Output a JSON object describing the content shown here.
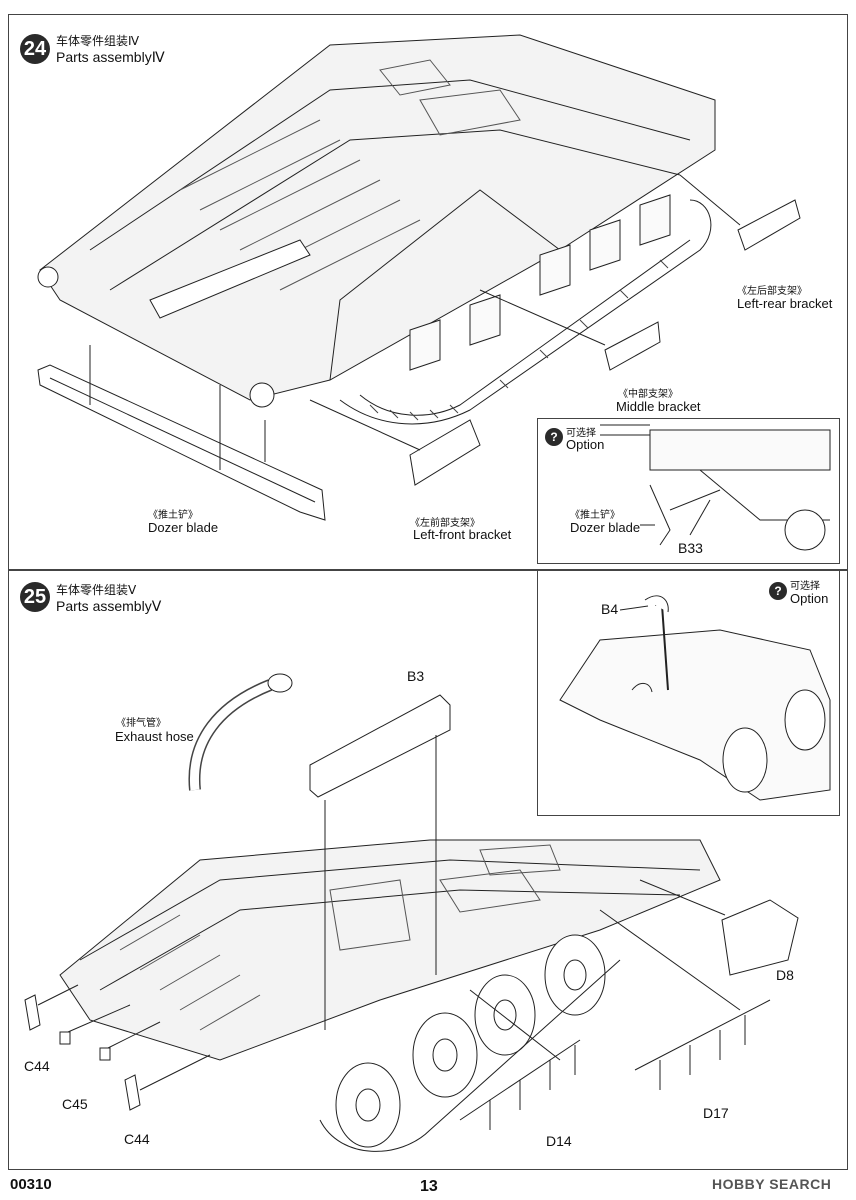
{
  "step24": {
    "number": "24",
    "title_zh": "车体零件组装Ⅳ",
    "title_en": "Parts assemblyⅣ",
    "labels": {
      "left_rear_zh": "《左后部支架》",
      "left_rear_en": "Left-rear bracket",
      "middle_zh": "《中部支架》",
      "middle_en": "Middle bracket",
      "left_front_zh": "《左前部支架》",
      "left_front_en": "Left-front bracket",
      "dozer_zh": "《推土铲》",
      "dozer_en": "Dozer blade"
    },
    "option_inset": {
      "q": "?",
      "option_zh": "可选择",
      "option_en": "Option",
      "dozer_zh": "《推土铲》",
      "dozer_en": "Dozer blade",
      "part": "B33"
    }
  },
  "step25": {
    "number": "25",
    "title_zh": "车体零件组装Ⅴ",
    "title_en": "Parts assemblyⅤ",
    "labels": {
      "exhaust_zh": "《排气管》",
      "exhaust_en": "Exhaust hose"
    },
    "parts": {
      "b3": "B3",
      "c44_top": "C44",
      "c45": "C45",
      "c44_bottom": "C44",
      "d14": "D14",
      "d17": "D17",
      "d8": "D8"
    },
    "option_inset": {
      "q": "?",
      "option_zh": "可选择",
      "option_en": "Option",
      "part": "B4"
    }
  },
  "footer": {
    "code": "00310",
    "page": "13",
    "watermark": "HOBBY SEARCH"
  },
  "colors": {
    "ink": "#111111",
    "badge": "#2a2a2a"
  }
}
